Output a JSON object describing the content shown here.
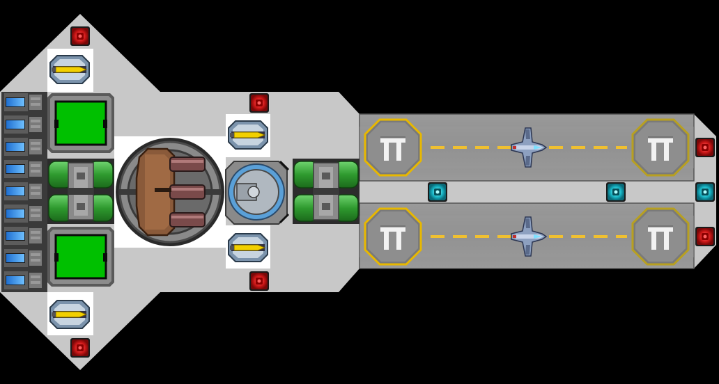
{
  "ship": {
    "hull_color": "#c8c8c8",
    "hull_dark": "#5a5a5a",
    "hangar_bay_color": "#8a8a8a",
    "pad_ring_active": "#e8b800",
    "pad_ring_inactive": "#b8a020",
    "lane_dash_color": "#f0c030",
    "thruster_green": "#3aa83a",
    "module_green": "#00c800"
  },
  "icons": {
    "red_node": "red-node-icon",
    "cyan_node": "cyan-node-icon",
    "missile_pod": "missile-pod-icon",
    "landing_pad": "landing-pad-icon",
    "fighter": "fighter-icon",
    "battery_cell": "battery-cell-icon"
  },
  "hangar": {
    "bays": [
      {
        "pad_left": "active",
        "pad_right": "inactive"
      },
      {
        "pad_left": "active",
        "pad_right": "inactive"
      }
    ]
  }
}
